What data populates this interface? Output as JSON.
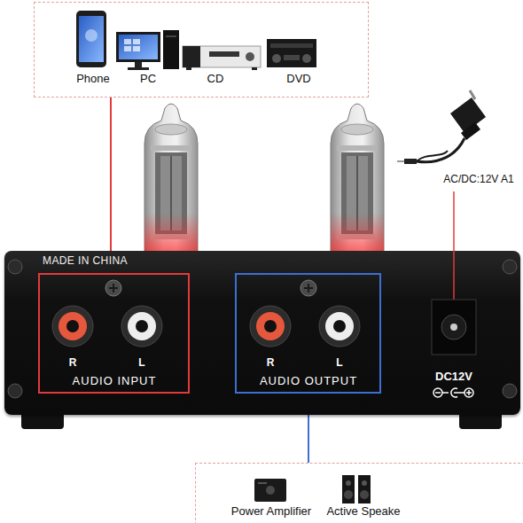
{
  "diagram": {
    "nodes": [
      {
        "text": [
          "Phone",
          "PC",
          "CD",
          "DVD"
        ]
      },
      {
        "text": [
          "MADE IN CHINA",
          "DC12V"
        ]
      },
      {
        "text": [
          "R",
          "L",
          "AUDIO INPUT"
        ],
        "in": 1
      },
      {
        "text": [
          "R",
          "L",
          "AUDIO OUTPUT"
        ],
        "in": 1
      },
      {
        "text": [
          "Power Amplifier",
          "Active Speake"
        ]
      }
    ],
    "edges": [
      {
        "from": 0,
        "to": 2,
        "arrow": "none"
      },
      {
        "from": 3,
        "to": 4,
        "arrow": "none"
      }
    ],
    "labels": [
      "AC/DC:12V A1"
    ]
  }
}
